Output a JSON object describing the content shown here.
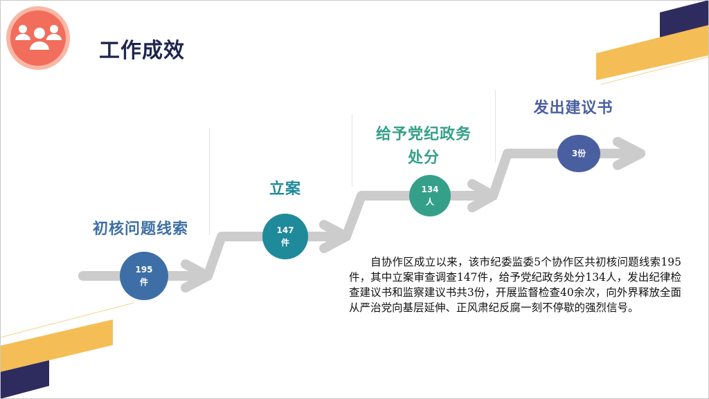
{
  "header": {
    "title": "工作成效",
    "icon": "people-group-icon"
  },
  "steps": [
    {
      "label": "初核问题线索",
      "value": "195",
      "unit": "件",
      "color": "#3d6fa6"
    },
    {
      "label": "立案",
      "value": "147",
      "unit": "件",
      "color": "#1f8a9a"
    },
    {
      "label_line1": "给予党纪政务",
      "label_line2": "处分",
      "value": "134",
      "unit": "人",
      "color": "#35a089"
    },
    {
      "label": "发出建议书",
      "value": "3份",
      "color": "#4a5fa0"
    }
  ],
  "summary": "自协作区成立以来，该市纪委监委5个协作区共初核问题线索195件，其中立案审查调查147件，给予党纪政务处分134人，发出纪律检查建议书和监察建议书共3份，开展监督检查40余次，向外界释放全面从严治党向基层延伸、正风肃纪反腐一刻不停歇的强烈信号。",
  "colors": {
    "navy": "#2e2b5f",
    "yellow": "#f4bd55",
    "arrow": "#cccccc",
    "icon_circle": "#f26d5b"
  }
}
